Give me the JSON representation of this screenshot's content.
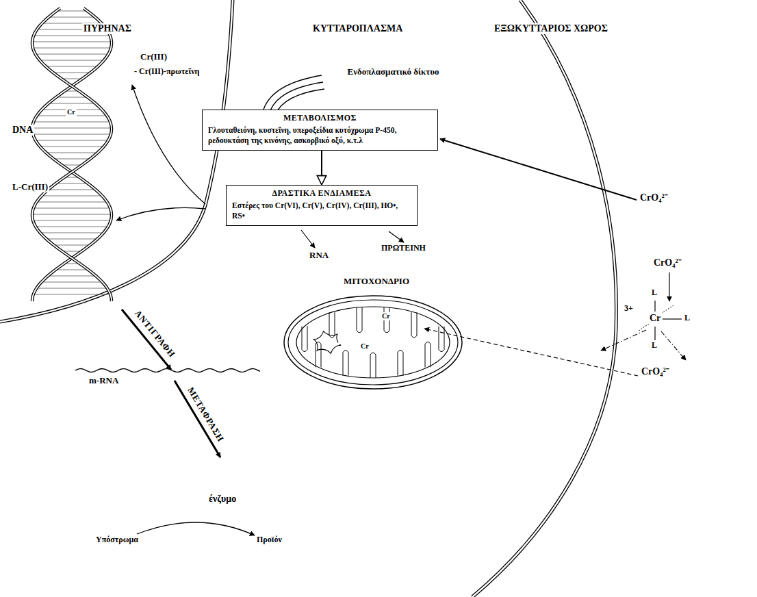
{
  "diagram": {
    "nodes": [
      {
        "text": [
          "ΜΕΤΑΒΟΛΙΣΜΟΣ",
          "Γλουταθειόνη, κυστεΐνη, υπεροξείδια κυτόχρωμα P-450, ρεδουκτάση της κινόνης, ασκορβικό οξύ, κ.τ.λ"
        ]
      },
      {
        "text": [
          "ΔΡΑΣΤΙΚΑ ΕΝΔΙΑΜΕΣΑ",
          "Εστέρες του Cr(VI), Cr(V), Cr(IV), Cr(III), HO•, RS•"
        ]
      }
    ],
    "edges": [
      {
        "from": 0,
        "to": 1,
        "arrow": "to"
      }
    ],
    "labels": [
      "ΠΥΡΗΝΑΣ",
      "ΚΥΤΤΑΡΟΠΛΑΣΜΑ",
      "ΕΞΩΚΥΤΤΑΡΙΟΣ ΧΩΡΟΣ",
      "Cr(III)",
      "- Cr(III)-πρωτεΐνη",
      "DNA",
      "Cr",
      "L-Cr(III)",
      "Ενδοπλασματικό δίκτυο",
      "CrO₄²⁻",
      "RNA",
      "ΠΡΩΤΕΙΝΗ",
      "ΜΙΤΟΧΟΝΔΡΙΟ",
      "Cr",
      "Cr",
      "CrO₄²⁻",
      "CrO₄²⁻",
      "3+",
      "Cr",
      "L",
      "L",
      "L",
      "ΑΝΤΙΓΡΑΦΗ",
      "m-RNA",
      "ΜΕΤΑΦΡΑΣΗ",
      "ένζυμο",
      "Υπόστρωμα",
      "Προϊόν"
    ]
  }
}
